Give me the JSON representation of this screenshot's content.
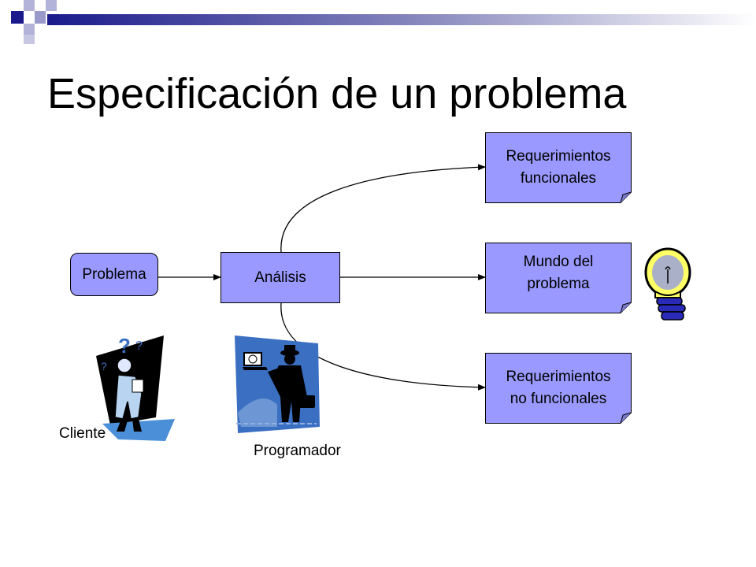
{
  "slide": {
    "title": "Especificación de un problema"
  },
  "nodes": {
    "problema": "Problema",
    "analisis": "Análisis",
    "req_funcionales": "Requerimientos\nfuncionales",
    "mundo_problema": "Mundo del\nproblema",
    "req_no_funcionales": "Requerimientos\nno funcionales"
  },
  "captions": {
    "cliente": "Cliente",
    "programador": "Programador"
  },
  "colors": {
    "box_fill": "#9999ff",
    "decor_blue": "#1a1a8c",
    "decor_light": "#9999cc"
  },
  "icons": {
    "cliente": "confused-person-icon",
    "programador": "businessman-laptop-icon",
    "idea": "light-bulb-icon"
  }
}
